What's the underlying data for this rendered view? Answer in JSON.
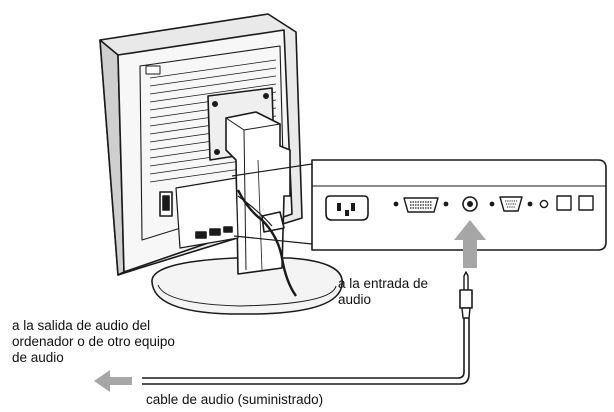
{
  "labels": {
    "audio_input": "a la entrada de\naudio",
    "audio_output": "a la salida de audio del\nordenador o de otro equipo\nde audio",
    "cable": "cable de audio (suministrado)"
  },
  "colors": {
    "ink": "#1a1a1a",
    "monitor_fill": "#f2f2f2",
    "monitor_shade": "#cfcfcf",
    "arrow_gray": "#a6a6a6",
    "background": "#ffffff"
  }
}
